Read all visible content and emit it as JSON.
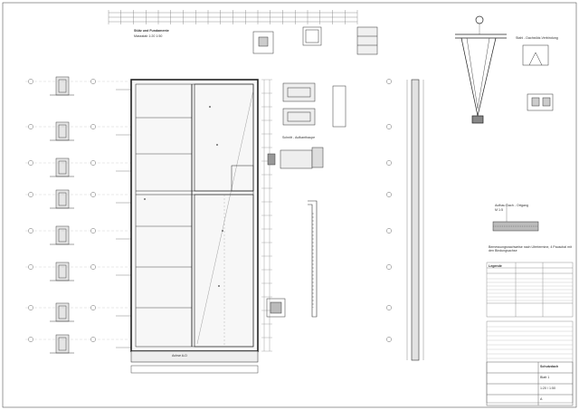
{
  "drawing": {
    "sections": {
      "column_foundations": "Stütz und Fundamente",
      "scale_note": "Massstab 1:20 1:50",
      "roof_section": "Schnitt - Aufkanthaupe",
      "steel_connection": "Stahl - Dachstütz-Verbindung",
      "roof_detail": "Aufbau Dach - Ortgang",
      "roof_detail_scale": "M 1:5"
    },
    "plan": {
      "axis_label": "Achse A-D"
    },
    "notes": {
      "heading": "Bemessungsnachweise nach Ufertermine, 4 Pauschal mit den Bindungsachse"
    },
    "legend": {
      "title": "Legende"
    },
    "title_block": {
      "project": "Schutzdach",
      "sheet": "Blatt 1",
      "scale": "1:20 / 1:50",
      "index": "A"
    }
  }
}
